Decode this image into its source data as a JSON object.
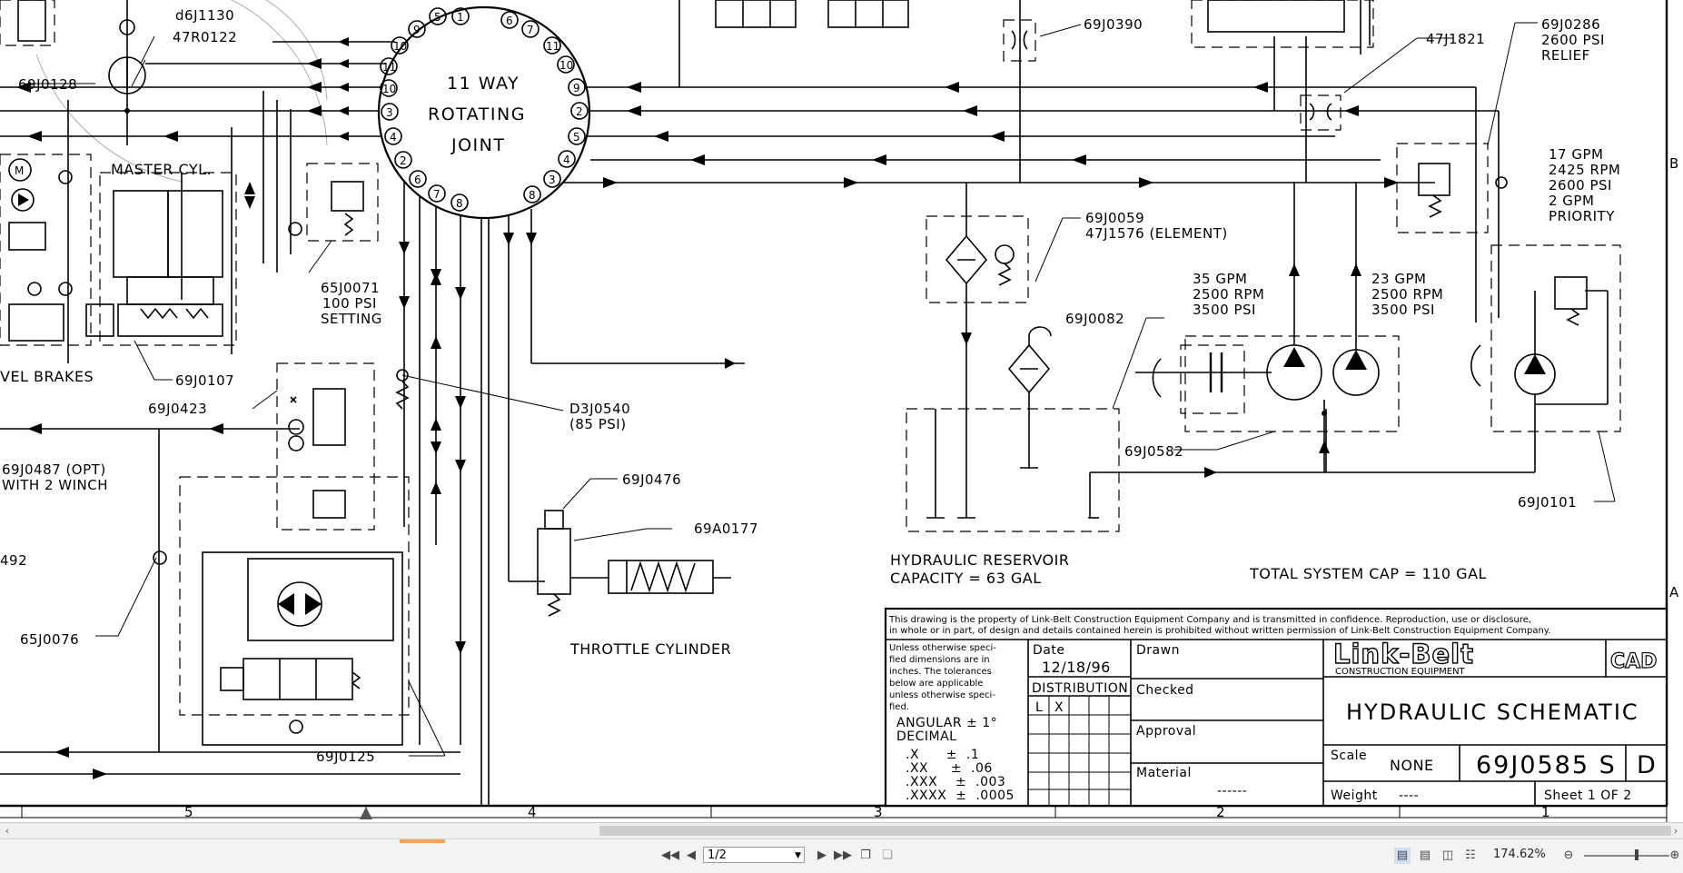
{
  "drawing": {
    "rotating_joint": {
      "title_lines": [
        "11 WAY",
        "ROTATING",
        "JOINT"
      ]
    },
    "components": {
      "ref_d6j1130": "d6J1130",
      "ref_47r0122": "47R0122",
      "ref_69j0128": "69J0128",
      "master_cyl": "MASTER CYL.",
      "travel_brakes": "VEL BRAKES",
      "ref_65j0071": [
        "65J0071",
        "100 PSI",
        "SETTING"
      ],
      "ref_69j0107": "69J0107",
      "ref_69j0423": "69J0423",
      "ref_69j0487": [
        "69J0487 (OPT)",
        "WITH 2 WINCH"
      ],
      "ref_492": "492",
      "ref_65j0076": "65J0076",
      "ref_69j0125": "69J0125",
      "ref_d3j0540": [
        "D3J0540",
        "(85 PSI)"
      ],
      "ref_69j0476": "69J0476",
      "ref_69a0177": "69A0177",
      "throttle_cylinder": "THROTTLE CYLINDER",
      "ref_69j0390": "69J0390",
      "ref_69j0059": [
        "69J0059",
        "47J1576 (ELEMENT)"
      ],
      "ref_69j0082": "69J0082",
      "ref_69j0582": "69J0582",
      "hydraulic_reservoir": [
        "HYDRAULIC RESERVOIR",
        "CAPACITY = 63 GAL"
      ],
      "total_system_cap": "TOTAL SYSTEM CAP = 110 GAL",
      "pump_35": [
        "35 GPM",
        "2500 RPM",
        "3500 PSI"
      ],
      "pump_23": [
        "23 GPM",
        "2500 RPM",
        "3500 PSI"
      ],
      "ref_47j1821": "47J1821",
      "ref_69j0286": [
        "69J0286",
        "2600 PSI",
        "RELIEF"
      ],
      "priority_pump": [
        "17 GPM",
        "2425 RPM",
        "2600 PSI",
        "2 GPM",
        "PRIORITY"
      ],
      "ref_69j0101": "69J0101",
      "grid_b": "B",
      "grid_a": "A",
      "motor_m": "M"
    },
    "zone_numbers": [
      "5",
      "4",
      "3",
      "2",
      "1"
    ]
  },
  "title_block": {
    "notice": [
      "This drawing is the property of Link-Belt Construction Equipment Company and is transmitted in confidence. Reproduction, use or disclosure,",
      "in whole or in part, of design and details contained herein is prohibited without written permission of Link-Belt Construction Equipment Company."
    ],
    "tolerance_note": [
      "Unless otherwise speci-",
      "fied dimensions are in",
      "inches. The tolerances",
      "below are applicable",
      "unless otherwise speci-",
      "fied."
    ],
    "angular": "ANGULAR   ± 1°",
    "decimal": "DECIMAL",
    "tolerances": [
      ".X      ±  .1",
      ".XX     ±  .06",
      ".XXX    ±  .003",
      ".XXXX  ±  .0005"
    ],
    "date_label": "Date",
    "date_value": "12/18/96",
    "distribution_label": "DISTRIBUTION",
    "dist_cols": [
      "L",
      "X"
    ],
    "drawn_label": "Drawn",
    "checked_label": "Checked",
    "approval_label": "Approval",
    "material_label": "Material",
    "material_value": "------",
    "company_logo": "Link-Belt",
    "company_sub": "CONSTRUCTION EQUIPMENT",
    "cad": "CAD",
    "drawing_title": "HYDRAULIC SCHEMATIC",
    "scale_label": "Scale",
    "scale_value": "NONE",
    "drawing_number": "69J0585 S",
    "revision": "D",
    "weight_label": "Weight",
    "weight_value": "----",
    "sheet": "Sheet 1 OF 2"
  },
  "viewer": {
    "page_value": "1/2",
    "zoom_value": "174.62%",
    "icons": [
      "first-page-icon",
      "prev-page-icon",
      "next-page-icon",
      "last-page-icon",
      "copy-icon",
      "paste-icon",
      "single-page-icon",
      "continuous-icon",
      "two-page-icon",
      "two-page-continuous-icon",
      "zoom-out-icon",
      "zoom-in-icon"
    ]
  }
}
